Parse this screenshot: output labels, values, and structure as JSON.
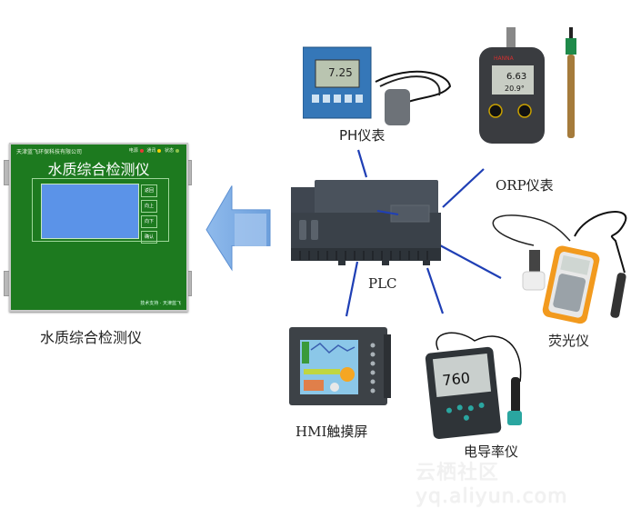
{
  "diagram": {
    "main_device": {
      "caption": "水质综合检测仪",
      "panel_title": "水质综合检测仪",
      "company": "天津蓝飞环保科技有限公司",
      "status_indicators": [
        {
          "label": "电源",
          "color": "#e53935"
        },
        {
          "label": "通讯",
          "color": "#f5d000"
        },
        {
          "label": "状态",
          "color": "#8bc34a"
        }
      ],
      "keys": [
        "返回",
        "向上",
        "向下",
        "确认"
      ],
      "footer": "技术支持 · 天津蓝飞",
      "body_color": "#1d7a1f",
      "screen_color": "#5b93e8"
    },
    "arrow": {
      "direction": "left",
      "color": "#6fa3df"
    },
    "hub": {
      "label": "PLC"
    },
    "peripherals": [
      {
        "id": "ph",
        "label": "PH仪表",
        "display": "7.25"
      },
      {
        "id": "orp",
        "label": "ORP仪表",
        "display_top": "6.63",
        "display_bottom": "20.9°"
      },
      {
        "id": "fluor",
        "label": "荧光仪"
      },
      {
        "id": "cond",
        "label": "电导率仪",
        "display": "760"
      },
      {
        "id": "hmi",
        "label": "HMI触摸屏"
      }
    ],
    "connector_color": "#1f3fb5",
    "watermark": "云栖社区 yq.aliyun.com"
  }
}
